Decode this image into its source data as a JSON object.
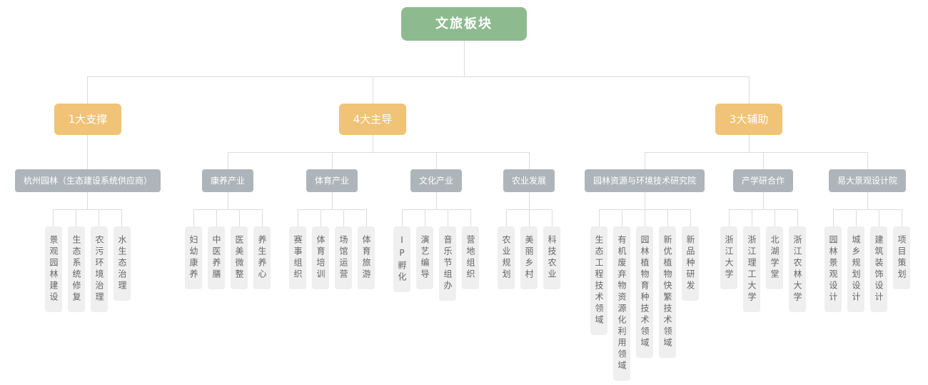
{
  "root": {
    "label": "文旅板块"
  },
  "groups": [
    {
      "label": "1大支撑",
      "sections": [
        {
          "label": "杭州园林（生态建设系统供应商）",
          "items": [
            "景观园林建设",
            "生态系统修复",
            "农污环境治理",
            "水生态治理"
          ]
        }
      ]
    },
    {
      "label": "4大主导",
      "sections": [
        {
          "label": "康养产业",
          "items": [
            "妇幼康养",
            "中医养膳",
            "医美微整",
            "养生养心"
          ]
        },
        {
          "label": "体育产业",
          "items": [
            "赛事组织",
            "体育培训",
            "场馆运营",
            "体育旅游"
          ]
        },
        {
          "label": "文化产业",
          "items": [
            "IP孵化",
            "演艺编导",
            "音乐节组办",
            "营地组织"
          ]
        },
        {
          "label": "农业发展",
          "items": [
            "农业规划",
            "美丽乡村",
            "科技农业"
          ]
        }
      ]
    },
    {
      "label": "3大辅助",
      "sections": [
        {
          "label": "园林资源与环境技术研究院",
          "items": [
            "生态工程技术领域",
            "有机废弃物资源化利用领域",
            "园林植物育种技术领域",
            "新优植物快繁技术领域",
            "新品种研发"
          ]
        },
        {
          "label": "产学研合作",
          "items": [
            "浙江大学",
            "浙江理工大学",
            "北湖学堂",
            "浙江农林大学"
          ]
        },
        {
          "label": "易大景观设计院",
          "items": [
            "园林景观设计",
            "城乡规划设计",
            "建筑装饰设计",
            "项目策划"
          ]
        }
      ]
    }
  ],
  "colors": {
    "root_bg": "#8dbb8f",
    "group_bg": "#f0c377",
    "section_bg": "#aeb5ba",
    "leaf_bg": "#efefef",
    "leaf_text": "#666666",
    "line": "#dcdcdc"
  }
}
